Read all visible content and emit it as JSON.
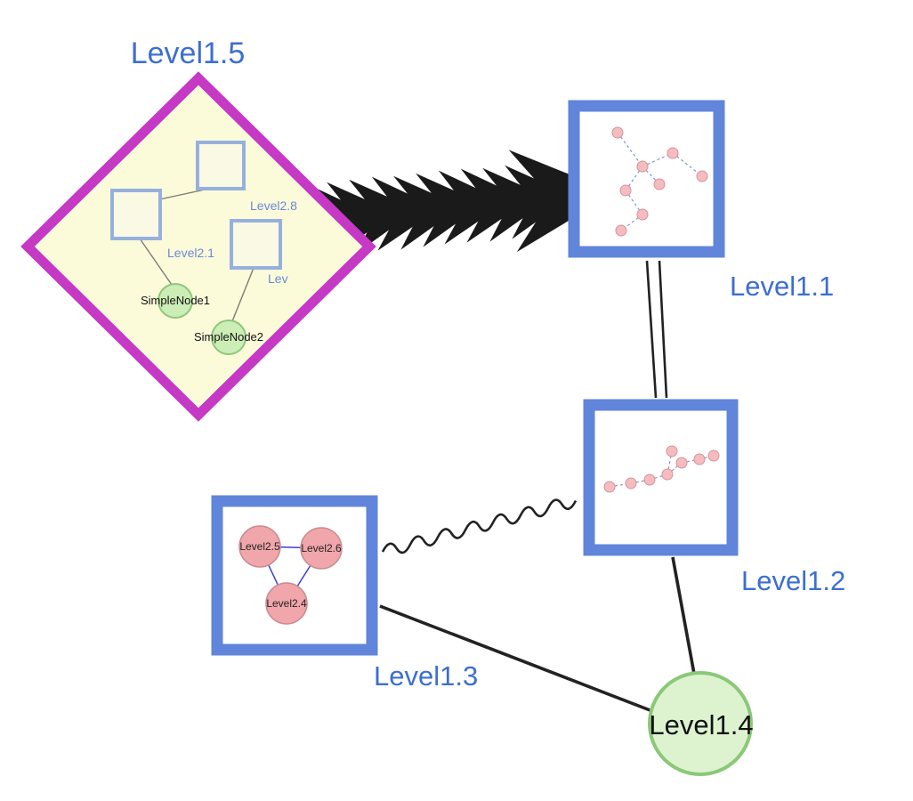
{
  "colors": {
    "background": "#ffffff",
    "label_blue": "#3c6ed2",
    "inner_label_blue": "#6a88d8",
    "diamond_border": "#c539c5",
    "diamond_fill": "#fbfbda",
    "square_node_border": "#6085da",
    "inner_square_border": "#96b0de",
    "green_node_fill": "#cdedb6",
    "green_node_border": "#8cc878",
    "big_green_fill": "#ddf3d0",
    "big_green_border": "#8bc878",
    "pink_node_fill": "#f0a6aa",
    "pink_node_border": "#c98b90",
    "mini_node_fill": "#f4bcbe",
    "mini_edge_blue": "#7f97d0",
    "triangle_edge_blue": "#4040d0",
    "edge_black": "#222222"
  },
  "nodes": {
    "level15": {
      "label": "Level1.5",
      "shape": "diamond"
    },
    "level11": {
      "label": "Level1.1",
      "shape": "square"
    },
    "level12": {
      "label": "Level1.2",
      "shape": "square"
    },
    "level13": {
      "label": "Level1.3",
      "shape": "square"
    },
    "level14": {
      "label": "Level1.4",
      "shape": "circle"
    },
    "level28": {
      "label": "Level2.8",
      "shape": "square"
    },
    "level21": {
      "label": "Level2.1",
      "shape": "square"
    },
    "level2x": {
      "label": "Lev",
      "shape": "square"
    },
    "simplenode1": {
      "label": "SimpleNode1",
      "shape": "circle"
    },
    "simplenode2": {
      "label": "SimpleNode2",
      "shape": "circle"
    },
    "level25": {
      "label": "Level2.5",
      "shape": "circle"
    },
    "level26": {
      "label": "Level2.6",
      "shape": "circle"
    },
    "level24": {
      "label": "Level2.4",
      "shape": "circle"
    }
  },
  "edges": [
    {
      "from": "Level1.5",
      "to": "Level1.1",
      "style": "dashed-arrowheads"
    },
    {
      "from": "Level1.1",
      "to": "Level1.2",
      "style": "double-line"
    },
    {
      "from": "Level1.3",
      "to": "Level1.2",
      "style": "wavy"
    },
    {
      "from": "Level1.3",
      "to": "Level1.4",
      "style": "solid"
    },
    {
      "from": "Level1.2",
      "to": "Level1.4",
      "style": "solid"
    }
  ]
}
